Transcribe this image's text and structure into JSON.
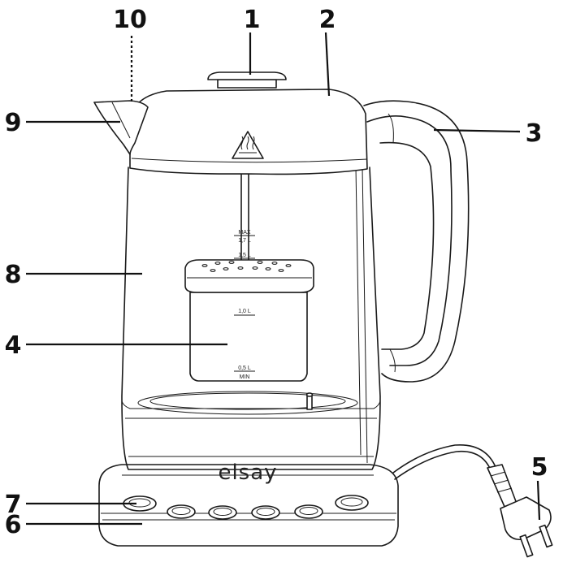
{
  "labels": {
    "n1": "1",
    "n2": "2",
    "n3": "3",
    "n4": "4",
    "n5": "5",
    "n6": "6",
    "n7": "7",
    "n8": "8",
    "n9": "9",
    "n10": "10"
  },
  "scale": {
    "max": "MAX",
    "l17": "1,7 L",
    "l15": "1,5 L",
    "l10": "1,0 L",
    "l05": "0,5 L",
    "min": "MIN"
  },
  "brand": "elsay",
  "warning_icon": "hot-surface-warning-icon",
  "line_color": "#111111",
  "background_color": "#ffffff"
}
